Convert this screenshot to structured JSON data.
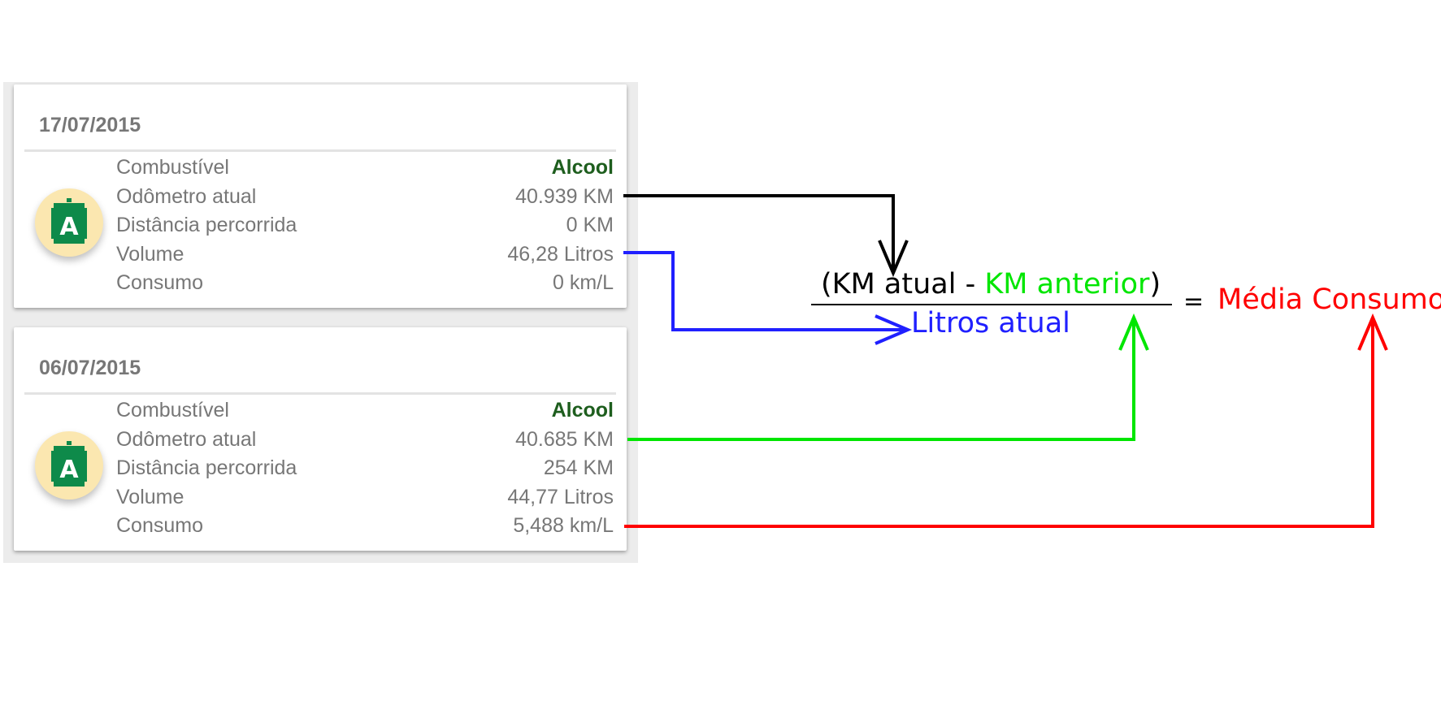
{
  "cards": [
    {
      "date": "17/07/2015",
      "fuel_icon": "fuel-canister-icon",
      "fuel_letter": "A",
      "rows": [
        {
          "label": "Combustível",
          "value": "Alcool"
        },
        {
          "label": "Odômetro atual",
          "value": "40.939 KM"
        },
        {
          "label": "Distância percorrida",
          "value": "0 KM"
        },
        {
          "label": "Volume",
          "value": "46,28 Litros"
        },
        {
          "label": "Consumo",
          "value": "0 km/L"
        }
      ]
    },
    {
      "date": "06/07/2015",
      "fuel_icon": "fuel-canister-icon",
      "fuel_letter": "A",
      "rows": [
        {
          "label": "Combustível",
          "value": "Alcool"
        },
        {
          "label": "Odômetro atual",
          "value": "40.685 KM"
        },
        {
          "label": "Distância percorrida",
          "value": "254 KM"
        },
        {
          "label": "Volume",
          "value": "44,77 Litros"
        },
        {
          "label": "Consumo",
          "value": "5,488 km/L"
        }
      ]
    }
  ],
  "formula": {
    "open_paren": "(",
    "km_atual": "KM atual -",
    "km_anterior": "KM anterior",
    "close_paren": ")",
    "litros_atual": "Litros atual",
    "equals": "=",
    "media_consumo": "Média Consumo"
  },
  "colors": {
    "km_atual": "#000000",
    "km_anterior": "#00e600",
    "litros_atual": "#2020ff",
    "media_consumo": "#ff0000",
    "fuel_value": "#1e5e1e",
    "badge": "#fbe7b0",
    "icon": "#0e8a4a"
  }
}
